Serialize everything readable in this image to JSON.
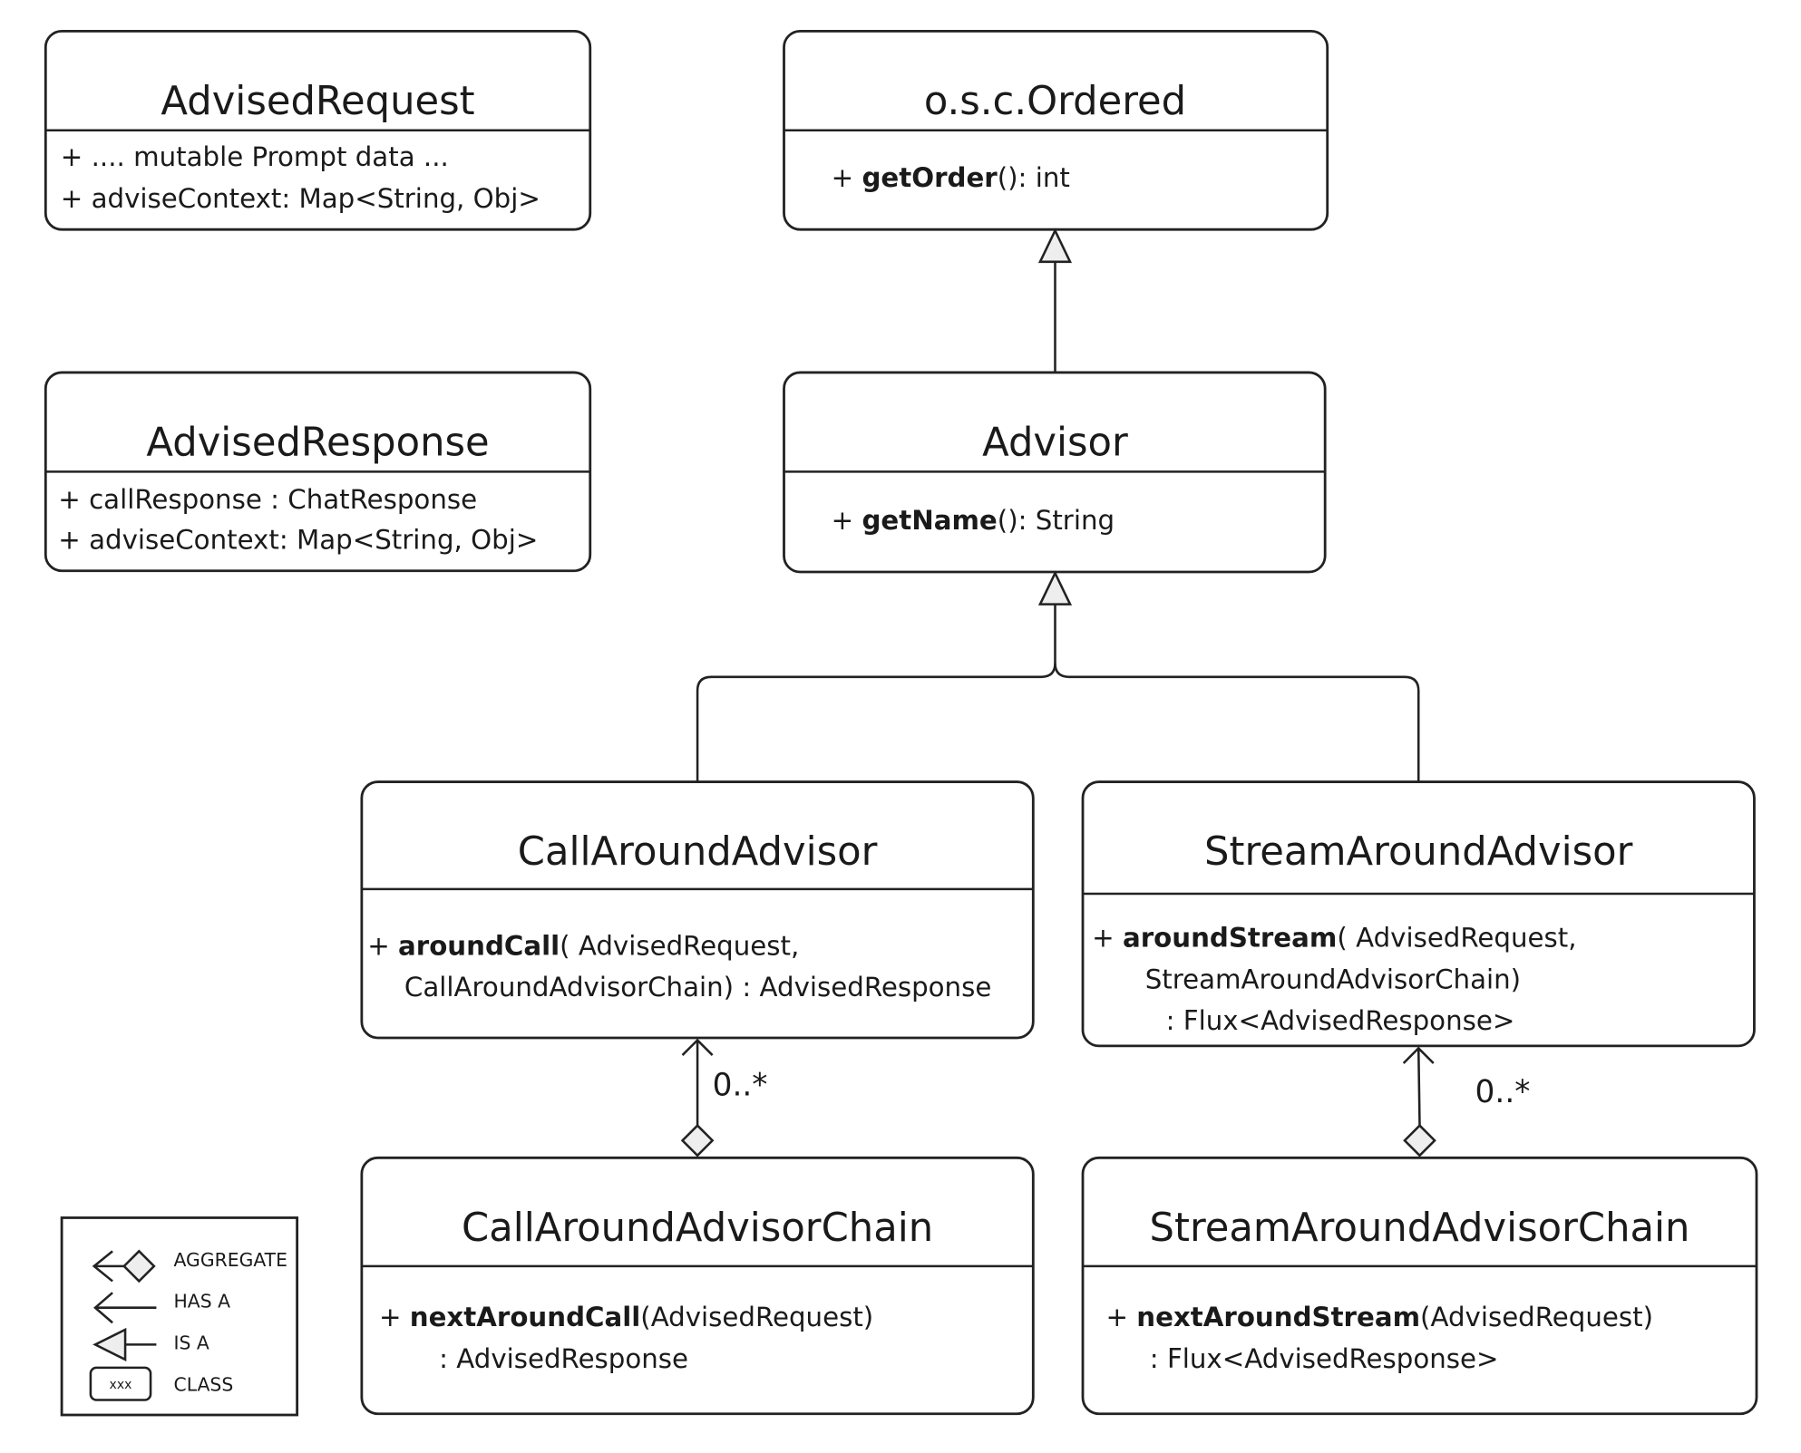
{
  "classes": {
    "advised_request": {
      "title": "AdvisedRequest",
      "members": [
        "+ .... mutable Prompt data ...",
        "+ adviseContext: Map<String, Obj>"
      ]
    },
    "ordered": {
      "title": "o.s.c.Ordered",
      "members": [
        {
          "prefix": "+ ",
          "bold": "getOrder",
          "rest": "(): int"
        }
      ]
    },
    "advised_response": {
      "title": "AdvisedResponse",
      "members": [
        "+ callResponse : ChatResponse",
        "+ adviseContext: Map<String, Obj>"
      ]
    },
    "advisor": {
      "title": "Advisor",
      "members": [
        {
          "prefix": "+ ",
          "bold": "getName",
          "rest": "(): String"
        }
      ]
    },
    "call_around_advisor": {
      "title": "CallAroundAdvisor",
      "members": [
        {
          "prefix": "+ ",
          "bold": "aroundCall",
          "rest": "( AdvisedRequest,"
        },
        "CallAroundAdvisorChain) : AdvisedResponse"
      ]
    },
    "stream_around_advisor": {
      "title": "StreamAroundAdvisor",
      "members": [
        {
          "prefix": "+ ",
          "bold": "aroundStream",
          "rest": "( AdvisedRequest,"
        },
        "StreamAroundAdvisorChain)",
        ": Flux<AdvisedResponse>"
      ]
    },
    "call_around_advisor_chain": {
      "title": "CallAroundAdvisorChain",
      "members": [
        {
          "prefix": "+ ",
          "bold": "nextAroundCall",
          "rest": "(AdvisedRequest)"
        },
        ": AdvisedResponse"
      ]
    },
    "stream_around_advisor_chain": {
      "title": "StreamAroundAdvisorChain",
      "members": [
        {
          "prefix": "+ ",
          "bold": "nextAroundStream",
          "rest": "(AdvisedRequest)"
        },
        ": Flux<AdvisedResponse>"
      ]
    }
  },
  "multiplicity": {
    "call": "0..*",
    "stream": "0..*"
  },
  "legend": {
    "aggregate": "AGGREGATE",
    "has_a": "HAS A",
    "is_a": "IS A",
    "class": "CLASS",
    "class_sample": "xxx"
  }
}
